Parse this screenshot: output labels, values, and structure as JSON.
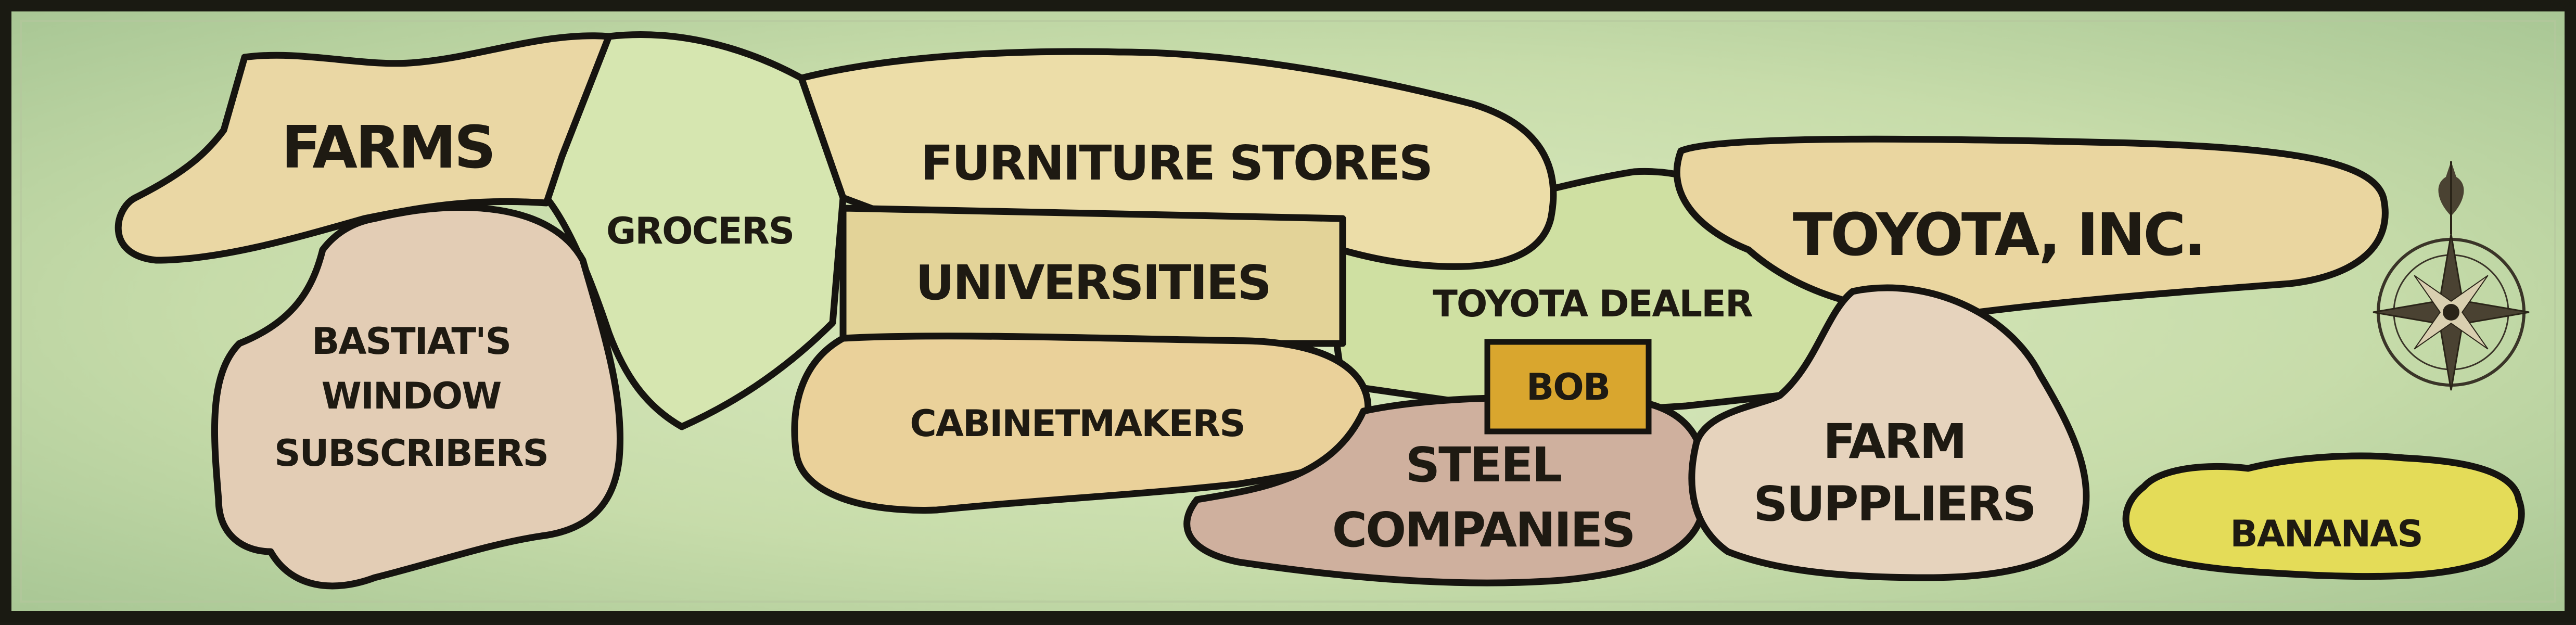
{
  "map": {
    "regions": [
      {
        "id": "farms",
        "label": "FARMS",
        "color": "#ead7a4"
      },
      {
        "id": "grocers",
        "label": "GROCERS",
        "color": "#d6e6b0"
      },
      {
        "id": "furniture_stores",
        "label": "FURNITURE STORES",
        "color": "#ecdda8"
      },
      {
        "id": "universities",
        "label": "UNIVERSITIES",
        "color": "#e3d398"
      },
      {
        "id": "toyota_dealer",
        "label": "TOYOTA DEALER",
        "color": "#cfe0a2"
      },
      {
        "id": "toyota_inc",
        "label": "TOYOTA, INC.",
        "color": "#ead6a0"
      },
      {
        "id": "bastiats",
        "label_lines": [
          "BASTIAT'S",
          "WINDOW",
          "SUBSCRIBERS"
        ],
        "color": "#e3cdb5"
      },
      {
        "id": "cabinetmakers",
        "label": "CABINETMAKERS",
        "color": "#ead19a"
      },
      {
        "id": "bob",
        "label": "BOB",
        "color": "#d9a62e"
      },
      {
        "id": "steel_companies",
        "label_lines": [
          "STEEL",
          "COMPANIES"
        ],
        "color": "#cfb09e"
      },
      {
        "id": "farm_suppliers",
        "label_lines": [
          "FARM",
          "SUPPLIERS"
        ],
        "color": "#e6d3bd"
      },
      {
        "id": "bananas",
        "label": "BANANAS",
        "color": "#e4dc58"
      }
    ],
    "colors": {
      "frame": "#1a1a12",
      "background_light": "#dcebc0",
      "background_dark": "#a9c795",
      "outline": "#161410"
    },
    "icons": [
      "compass-rose-icon"
    ]
  }
}
